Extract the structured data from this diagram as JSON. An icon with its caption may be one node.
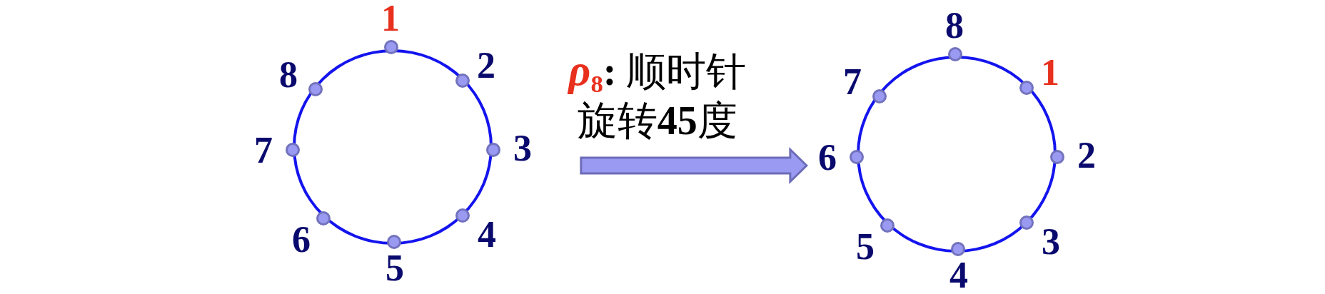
{
  "diagram": {
    "nodes": [
      {
        "text": [],
        "shape": "circle"
      },
      {
        "text": [],
        "shape": "circle"
      }
    ],
    "edges": [
      {
        "from": 0,
        "to": 1,
        "arrow": "to",
        "label": "*ρ*$_{8}$**:** 顺时针旋转**45**度"
      }
    ],
    "labels": [
      "1",
      "2",
      "3",
      "4",
      "5",
      "6",
      "7",
      "8",
      "8",
      "1",
      "2",
      "3",
      "4",
      "5",
      "6",
      "7"
    ]
  }
}
